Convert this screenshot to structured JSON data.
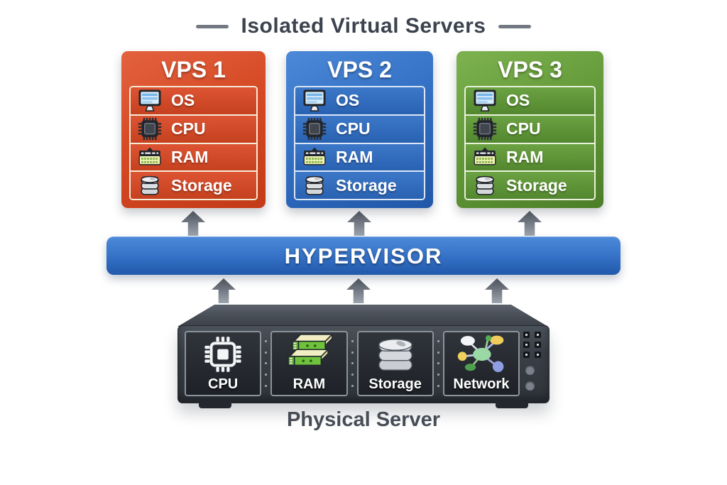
{
  "title": {
    "text": "Isolated Virtual Servers"
  },
  "vps_boxes": [
    {
      "name": "VPS 1",
      "theme": "red",
      "components": [
        {
          "label": "OS",
          "icon": "monitor-icon"
        },
        {
          "label": "CPU",
          "icon": "chip-icon"
        },
        {
          "label": "RAM",
          "icon": "memory-icon"
        },
        {
          "label": "Storage",
          "icon": "disk-stack-icon"
        }
      ]
    },
    {
      "name": "VPS 2",
      "theme": "blue",
      "components": [
        {
          "label": "OS",
          "icon": "monitor-icon"
        },
        {
          "label": "CPU",
          "icon": "chip-icon"
        },
        {
          "label": "RAM",
          "icon": "memory-icon"
        },
        {
          "label": "Storage",
          "icon": "disk-stack-icon"
        }
      ]
    },
    {
      "name": "VPS 3",
      "theme": "green",
      "components": [
        {
          "label": "OS",
          "icon": "monitor-icon"
        },
        {
          "label": "CPU",
          "icon": "chip-icon"
        },
        {
          "label": "RAM",
          "icon": "memory-icon"
        },
        {
          "label": "Storage",
          "icon": "disk-stack-icon"
        }
      ]
    }
  ],
  "hypervisor": {
    "label": "HYPERVISOR"
  },
  "physical_server": {
    "caption": "Physical Server",
    "components": [
      {
        "label": "CPU",
        "icon": "cpu-chip-icon"
      },
      {
        "label": "RAM",
        "icon": "ram-modules-icon"
      },
      {
        "label": "Storage",
        "icon": "disk-stack-icon"
      },
      {
        "label": "Network",
        "icon": "network-nodes-icon"
      }
    ]
  },
  "colors": {
    "vps1_red": "#CE421E",
    "vps2_blue": "#2E6BBE",
    "vps3_green": "#5F9434",
    "hypervisor_blue": "#2D6AC0",
    "arrow_gray": "#6A7078",
    "server_chassis": "#3C4149",
    "title_text": "#3C434E"
  }
}
